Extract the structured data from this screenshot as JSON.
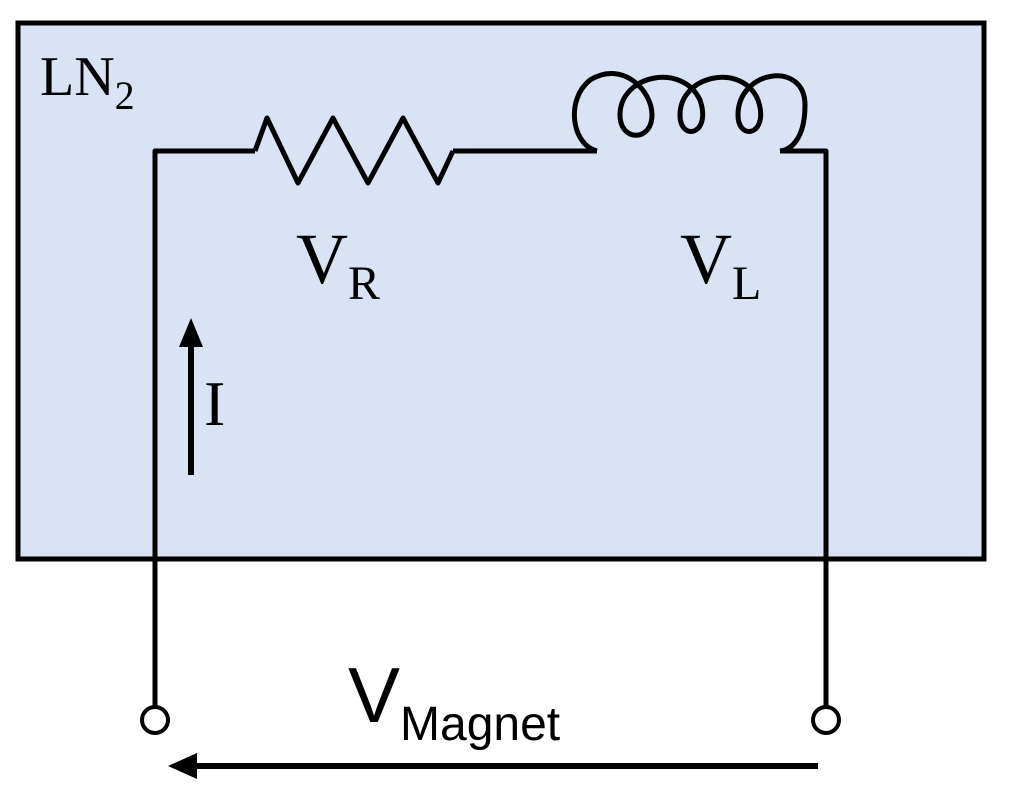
{
  "bath": {
    "label_main": "LN",
    "label_sub": "2",
    "fill_color": "#d9e3f3",
    "border_color": "#000000"
  },
  "resistor": {
    "label_main": "V",
    "label_sub": "R"
  },
  "inductor": {
    "label_main": "V",
    "label_sub": "L"
  },
  "current": {
    "label": "I"
  },
  "terminal_voltage": {
    "label_main": "V",
    "label_sub": "Magnet"
  }
}
